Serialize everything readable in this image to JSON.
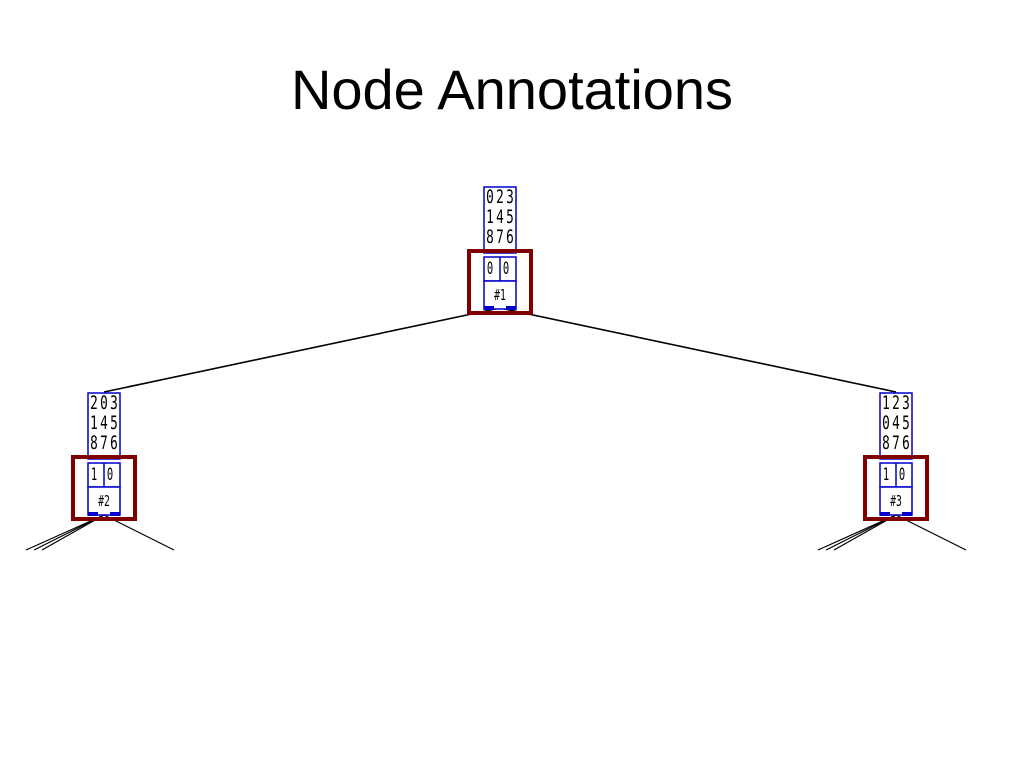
{
  "slide": {
    "title": "Node Annotations"
  },
  "colors": {
    "node_border": "#0000cc",
    "highlight_border": "#7f0000",
    "edge": "#000000",
    "text": "#000000"
  },
  "nodes": [
    {
      "id": "node-1",
      "board": [
        [
          "0",
          "2",
          "3"
        ],
        [
          "1",
          "4",
          "5"
        ],
        [
          "8",
          "7",
          "6"
        ]
      ],
      "annotation": [
        "0",
        "0"
      ],
      "label": "#1"
    },
    {
      "id": "node-2",
      "board": [
        [
          "2",
          "0",
          "3"
        ],
        [
          "1",
          "4",
          "5"
        ],
        [
          "8",
          "7",
          "6"
        ]
      ],
      "annotation": [
        "1",
        "0"
      ],
      "label": "#2"
    },
    {
      "id": "node-3",
      "board": [
        [
          "1",
          "2",
          "3"
        ],
        [
          "0",
          "4",
          "5"
        ],
        [
          "8",
          "7",
          "6"
        ]
      ],
      "annotation": [
        "1",
        "0"
      ],
      "label": "#3"
    }
  ],
  "edges": [
    {
      "from": "node-1",
      "to": "node-2"
    },
    {
      "from": "node-1",
      "to": "node-3"
    }
  ]
}
